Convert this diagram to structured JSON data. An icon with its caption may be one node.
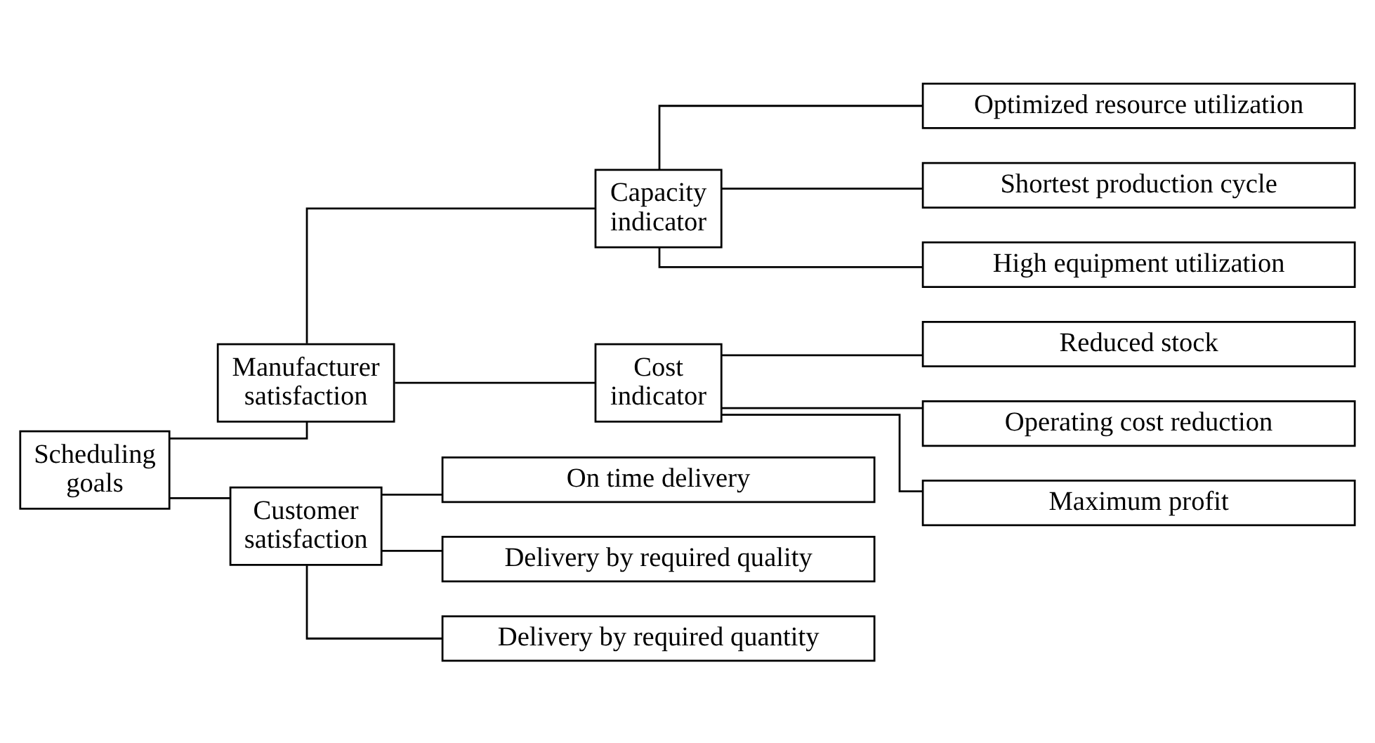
{
  "diagram": {
    "nodes": [
      {
        "text": [
          "Scheduling goals"
        ]
      },
      {
        "text": [
          "Manufacturer satisfaction"
        ]
      },
      {
        "text": [
          "Capacity indicator"
        ]
      },
      {
        "text": [
          "Optimized resource utilization"
        ]
      },
      {
        "text": [
          "Shortest production cycle"
        ]
      },
      {
        "text": [
          "High equipment utilization"
        ]
      },
      {
        "text": [
          "Cost indicator"
        ]
      },
      {
        "text": [
          "Reduced stock"
        ]
      },
      {
        "text": [
          "Operating cost reduction"
        ]
      },
      {
        "text": [
          "Maximum profit"
        ]
      },
      {
        "text": [
          "Customer satisfaction"
        ]
      },
      {
        "text": [
          "On time delivery"
        ]
      },
      {
        "text": [
          "Delivery by required quality"
        ]
      },
      {
        "text": [
          "Delivery by required quantity"
        ]
      }
    ],
    "edges": [
      {
        "from": 0,
        "to": 1,
        "arrow": "none"
      },
      {
        "from": 0,
        "to": 10,
        "arrow": "none"
      },
      {
        "from": 1,
        "to": 2,
        "arrow": "none"
      },
      {
        "from": 1,
        "to": 6,
        "arrow": "none"
      },
      {
        "from": 2,
        "to": 3,
        "arrow": "none"
      },
      {
        "from": 2,
        "to": 4,
        "arrow": "none"
      },
      {
        "from": 2,
        "to": 5,
        "arrow": "none"
      },
      {
        "from": 6,
        "to": 7,
        "arrow": "none"
      },
      {
        "from": 6,
        "to": 8,
        "arrow": "none"
      },
      {
        "from": 6,
        "to": 9,
        "arrow": "none"
      },
      {
        "from": 10,
        "to": 11,
        "arrow": "none"
      },
      {
        "from": 10,
        "to": 12,
        "arrow": "none"
      },
      {
        "from": 10,
        "to": 13,
        "arrow": "none"
      }
    ]
  }
}
